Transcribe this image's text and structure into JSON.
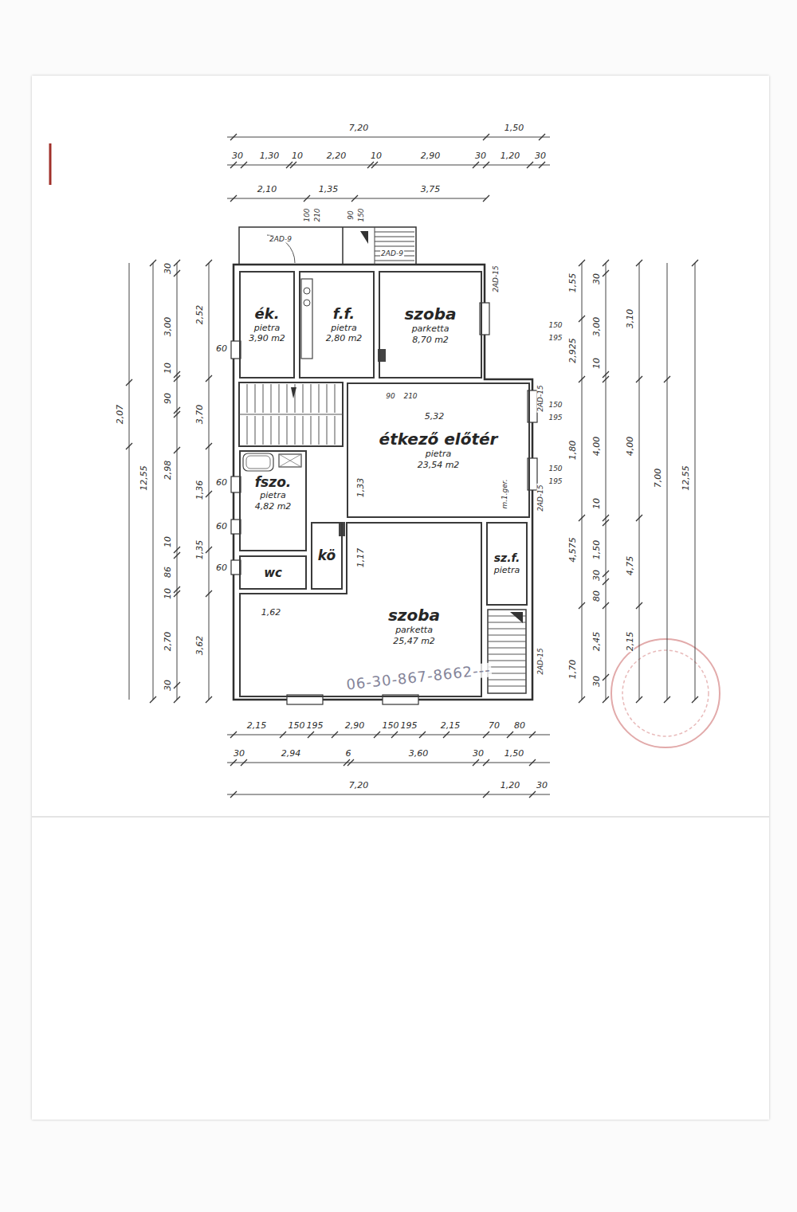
{
  "diagram": {
    "nodes": [
      {
        "text": [
          "ék.",
          "pietra",
          "3,90 m2"
        ]
      },
      {
        "text": [
          "f.f.",
          "pietra",
          "2,80 m2"
        ]
      },
      {
        "text": [
          "szoba",
          "parketta",
          "8,70 m2"
        ]
      },
      {
        "text": [
          "étkező előtér",
          "pietra",
          "23,54 m2"
        ]
      },
      {
        "text": [
          "fszo.",
          "pietra",
          "4,82 m2"
        ]
      },
      {
        "text": [
          "kö"
        ]
      },
      {
        "text": [
          "sz.f.",
          "pietra"
        ]
      },
      {
        "text": [
          "wc"
        ]
      },
      {
        "text": [
          "szoba",
          "parketta",
          "25,47 m2"
        ]
      }
    ],
    "labels": [
      "7,20",
      "1,50",
      "30",
      "1,30",
      "10",
      "2,20",
      "10",
      "2,90",
      "30",
      "1,20",
      "30",
      "2,10",
      "1,35",
      "3,75",
      "100",
      "210",
      "90",
      "150",
      "2,15",
      "150",
      "195",
      "2,90",
      "150",
      "195",
      "2,15",
      "70",
      "80",
      "30",
      "2,94",
      "6",
      "3,60",
      "30",
      "1,50",
      "7,20",
      "1,20",
      "30",
      "2,52",
      "3,70",
      "1,36",
      "1,35",
      "3,62",
      "30",
      "3,00",
      "10",
      "90",
      "2,98",
      "10",
      "86",
      "10",
      "2,70",
      "30",
      "12,55",
      "2,07",
      "60",
      "60",
      "60",
      "60",
      "1,55",
      "2,925",
      "1,80",
      "4,575",
      "1,70",
      "150",
      "195",
      "150",
      "195",
      "150",
      "195",
      "30",
      "3,00",
      "10",
      "4,00",
      "10",
      "1,50",
      "30",
      "80",
      "2,45",
      "30",
      "3,10",
      "4,00",
      "4,75",
      "2,15",
      "7,00",
      "12,55",
      "5,32",
      "1,33",
      "1,17",
      "1,62",
      "90",
      "210",
      "2AD-15",
      "2AD-15",
      "2AD-15",
      "2AD-15",
      "2AD-9",
      "2AD-9",
      "m.1.ger.",
      "06-30-867-8662---"
    ]
  }
}
